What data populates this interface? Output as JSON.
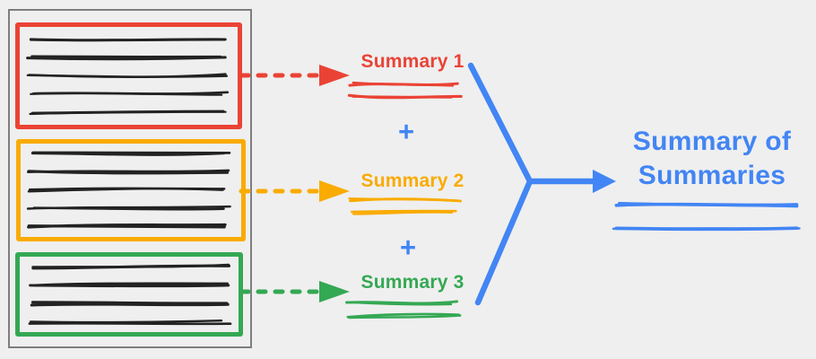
{
  "canvas": {
    "background": "#efefef"
  },
  "palette": {
    "red": "#ea4335",
    "orange": "#f9ab00",
    "green": "#34a853",
    "blue": "#4285f4",
    "ink": "#222222",
    "document_border": "#7e7e7e"
  },
  "document": {
    "sections": [
      {
        "name": "section-1",
        "color_key": "red",
        "line_count": 5
      },
      {
        "name": "section-2",
        "color_key": "orange",
        "line_count": 5
      },
      {
        "name": "section-3",
        "color_key": "green",
        "line_count": 4
      }
    ]
  },
  "summaries": [
    {
      "label": "Summary 1"
    },
    {
      "label": "Summary 2"
    },
    {
      "label": "Summary 3"
    }
  ],
  "operators": {
    "plus": "+"
  },
  "result": {
    "line1": "Summary of",
    "line2": "Summaries"
  }
}
